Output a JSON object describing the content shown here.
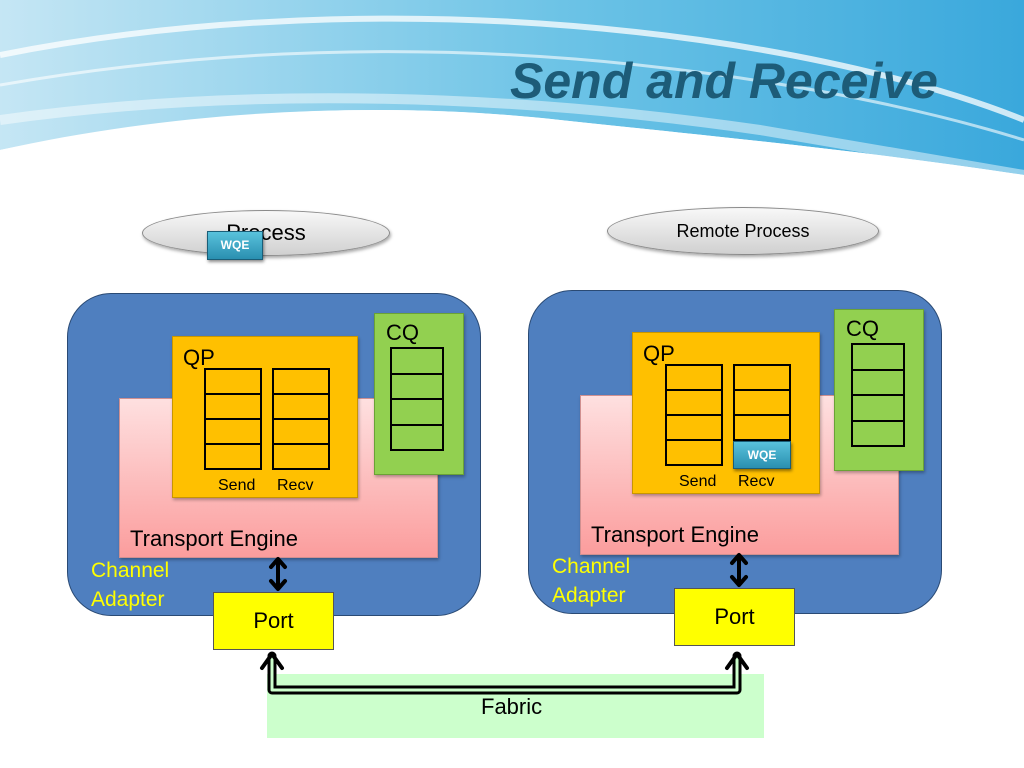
{
  "slide": {
    "title": "Send and Receive"
  },
  "left": {
    "process_label": "Process",
    "channel_adapter": {
      "line1": "Channel",
      "line2": "Adapter"
    },
    "transport_engine_label": "Transport Engine",
    "qp_label": "QP",
    "cq_label": "CQ",
    "send_label": "Send",
    "recv_label": "Recv",
    "port_label": "Port",
    "wqe_label": "WQE"
  },
  "right": {
    "process_label": "Remote Process",
    "channel_adapter": {
      "line1": "Channel",
      "line2": "Adapter"
    },
    "transport_engine_label": "Transport Engine",
    "qp_label": "QP",
    "cq_label": "CQ",
    "send_label": "Send",
    "recv_label": "Recv",
    "port_label": "Port",
    "wqe_label": "WQE"
  },
  "fabric": {
    "label": "Fabric"
  },
  "colors": {
    "title": "#1d5c78",
    "channel_adapter": "#4f7fbf",
    "transport_engine": "#fb9d9d",
    "qp": "#ffc000",
    "cq": "#92d050",
    "wqe": "#2a8fb0",
    "port": "#ffff00",
    "fabric": "#ccffcc",
    "channel_adapter_text": "#ffff00"
  },
  "icons": [
    "bidirectional-arrow-icon",
    "fabric-connection-arrow-icon"
  ]
}
